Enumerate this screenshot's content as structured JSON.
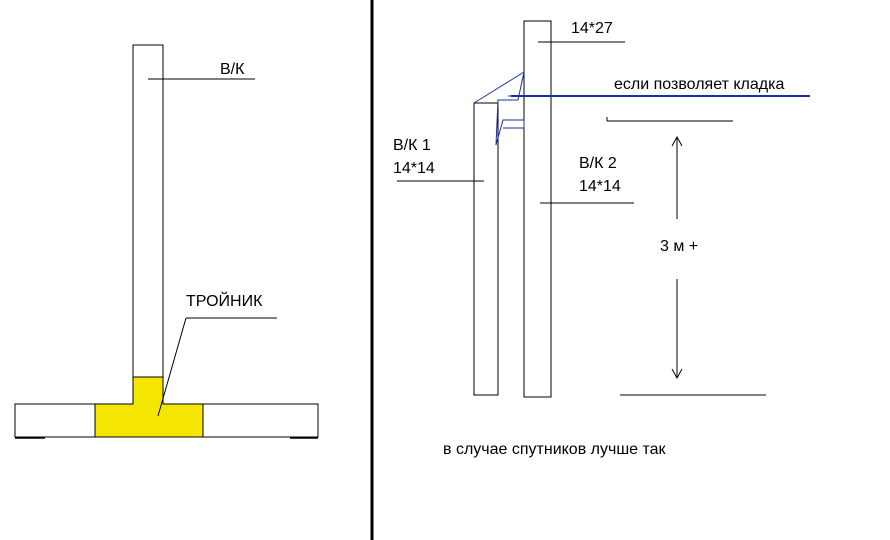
{
  "left_diagram": {
    "chimney_label": "В/К",
    "tee_label": "ТРОЙНИК"
  },
  "right_diagram": {
    "top_label": "14*27",
    "masonry_note": "если позволяет кладка",
    "flue1_name": "В/К 1",
    "flue1_size": "14*14",
    "flue2_name": "В/К 2",
    "flue2_size": "14*14",
    "height_label": "3 м +",
    "bottom_note": "в случае спутников лучше так"
  },
  "colors": {
    "stroke": "#000000",
    "tee_fill": "#f5e600",
    "accent_blue": "#1c2fa0"
  }
}
